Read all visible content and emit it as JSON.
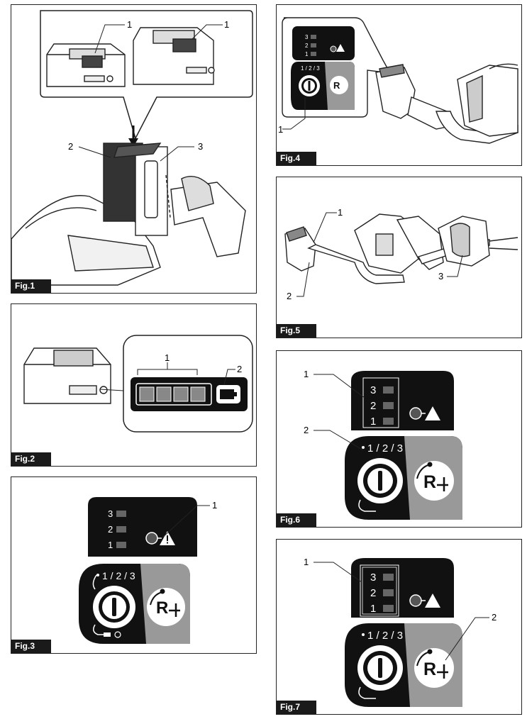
{
  "figures": [
    {
      "tag": "Fig.1",
      "callouts": [
        "1",
        "1",
        "2",
        "3"
      ]
    },
    {
      "tag": "Fig.2",
      "callouts": [
        "1",
        "2"
      ]
    },
    {
      "tag": "Fig.3",
      "callouts": [
        "1"
      ]
    },
    {
      "tag": "Fig.4",
      "callouts": [
        "1"
      ]
    },
    {
      "tag": "Fig.5",
      "callouts": [
        "1",
        "2",
        "3"
      ]
    },
    {
      "tag": "Fig.6",
      "callouts": [
        "1",
        "2"
      ]
    },
    {
      "tag": "Fig.7",
      "callouts": [
        "1",
        "2"
      ]
    }
  ],
  "panel": {
    "speed_levels": [
      "3",
      "2",
      "1"
    ],
    "speed_select_label": "1 / 2 / 3",
    "reverse_label": "R"
  }
}
